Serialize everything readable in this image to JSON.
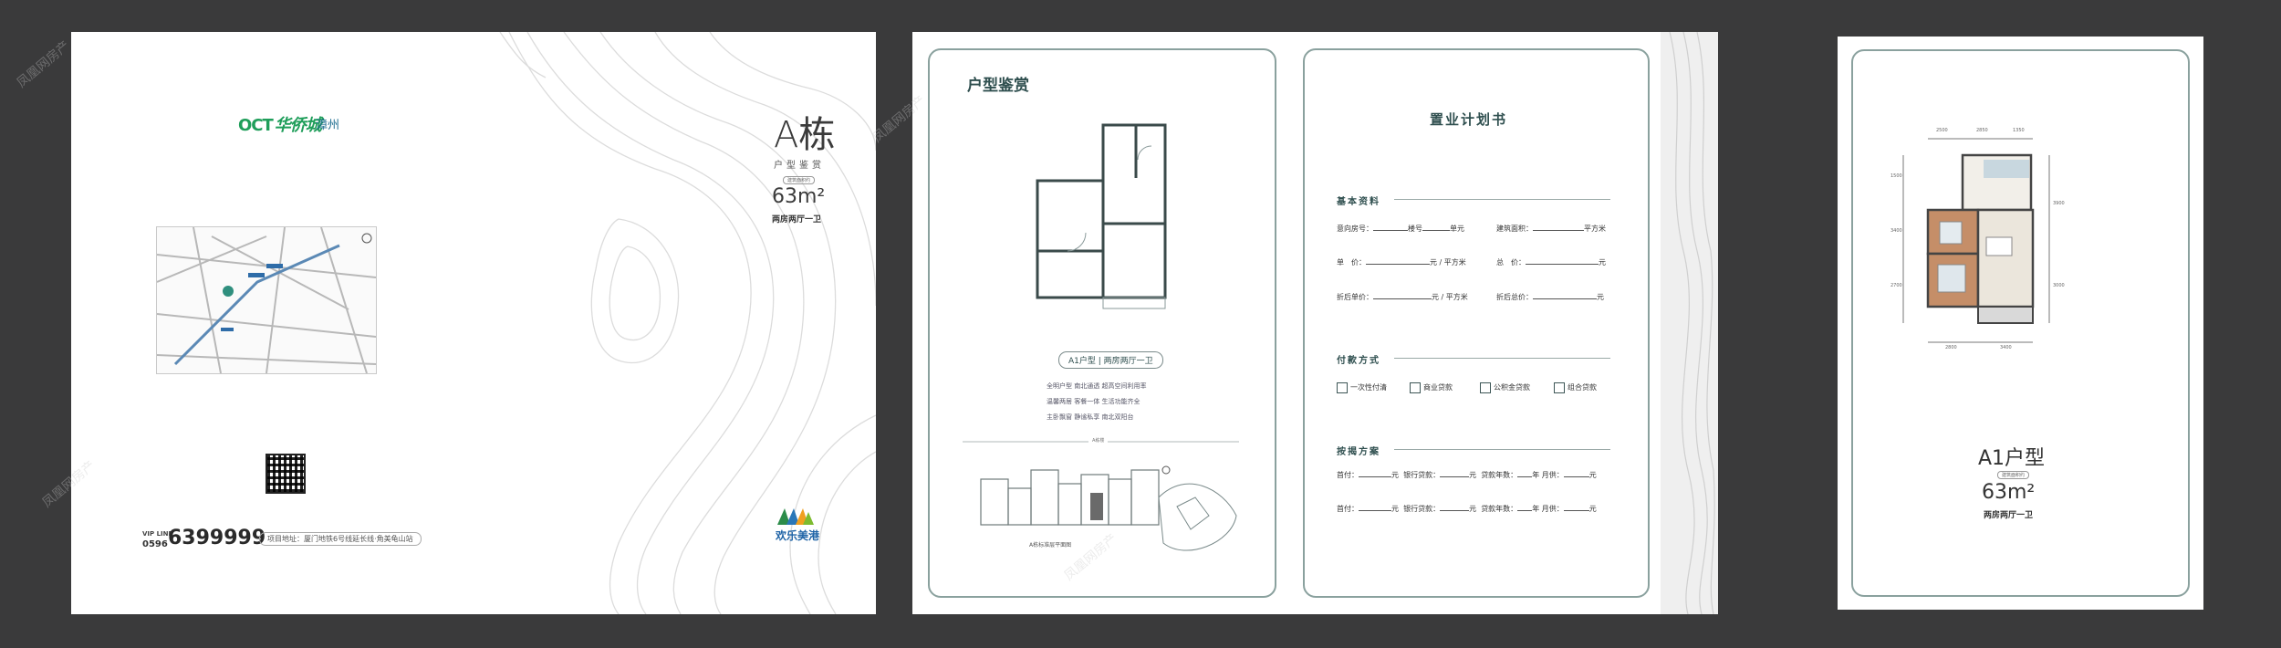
{
  "cover": {
    "logo_oct": "OCT",
    "logo_brand": "华侨城",
    "logo_city": "漳州",
    "building": "A栋",
    "building_sub": "户型鉴赏",
    "small_tag": "建筑面积约",
    "area": "63m²",
    "layout": "两房两厅一卫",
    "hotline_label": "VIP LINE",
    "hotline_area_code": "0596",
    "hotline_number": "6399999",
    "address": "项目地址：厦门地铁6号线延长线·角美龟山站",
    "brand_logo_text": "欢乐美港"
  },
  "floorplan_page": {
    "title": "户型鉴赏",
    "unit_badge": "A1户型 | 两房两厅一卫",
    "features": [
      "全明户型  南北通透  超高空间利用率",
      "温馨两居  客餐一体  生活功能齐全",
      "主卧飘窗  静谧私享  南北双阳台"
    ],
    "divider_mark": "A栋楼",
    "siteplan_caption": "A栋标准层平面图"
  },
  "plan_form": {
    "title": "置业计划书",
    "section_basic": "基本资料",
    "row1": [
      "意向房号：",
      "楼号",
      "单元",
      "建筑面积：",
      "平方米"
    ],
    "row2": [
      "单　价：",
      "元 / 平方米",
      "总　价：",
      "元"
    ],
    "row3": [
      "折后单价：",
      "元 / 平方米",
      "折后总价：",
      "元"
    ],
    "section_payment": "付款方式",
    "payment_options": [
      "一次性付清",
      "商业贷款",
      "公积金贷款",
      "组合贷款"
    ],
    "section_mortgage": "按揭方案",
    "mortgage_row": [
      "首付：",
      "元",
      "银行贷款：",
      "元",
      "贷款年数：",
      "年 月供：",
      "元"
    ]
  },
  "unit_card": {
    "dims_top": [
      "2500",
      "2850",
      "1350"
    ],
    "dims_bottom": [
      "2800",
      "3400"
    ],
    "dims_left": [
      "1500",
      "3400",
      "2700"
    ],
    "dims_right": [
      "3900",
      "3000"
    ],
    "unit_type": "A1户型",
    "tag": "建筑面积约",
    "area": "63m²",
    "layout": "两房两厅一卫"
  },
  "watermark": "凤凰网房产"
}
